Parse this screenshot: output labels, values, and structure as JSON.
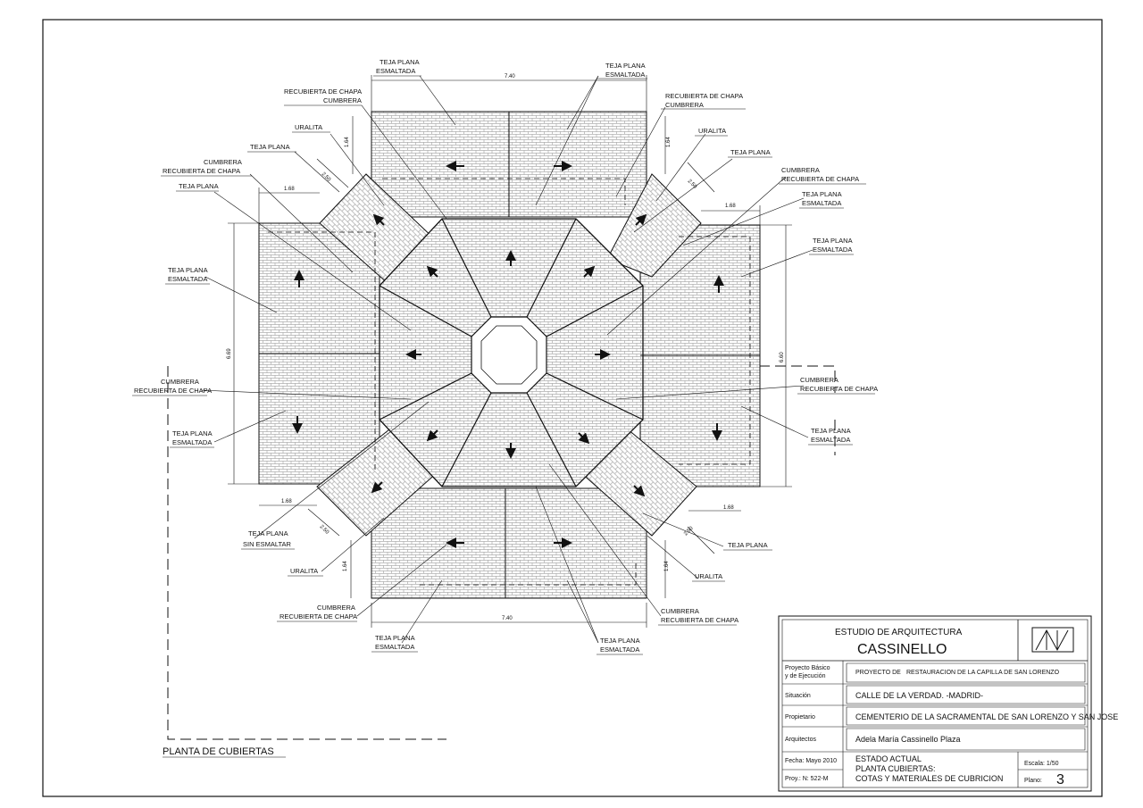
{
  "drawing": {
    "title": "PLANTA DE CUBIERTAS",
    "dimensions": {
      "top_width": "7.40",
      "bottom_width": "7.40",
      "left_height": "6.69",
      "right_height": "6.60",
      "wing_168_a": "1.68",
      "wing_168_b": "1.68",
      "wing_168_c": "1.68",
      "wing_168_d": "1.68",
      "diag_250_a": "2.50",
      "diag_250_b": "2.50",
      "diag_250_c": "2.50",
      "diag_250_d": "2.50",
      "v_164_a": "1.64",
      "v_164_b": "1.64",
      "v_164_c": "1.64",
      "v_164_d": "1.64"
    },
    "labels": {
      "teja_plana": "TEJA PLANA",
      "esmaltada": "ESMALTADA",
      "recubierta_de_chapa": "RECUBIERTA DE CHAPA",
      "cumbrera": "CUMBRERA",
      "uralita": "URALITA",
      "sin_esmaltar": "SIN ESMALTAR"
    }
  },
  "title_block": {
    "studio_line": "ESTUDIO DE ARQUITECTURA",
    "studio_name": "CASSINELLO",
    "rows": [
      {
        "label_1": "Proyecto Básico",
        "label_2": "y de Ejecución",
        "prefix": "PROYECTO DE",
        "value": "RESTAURACION DE LA CAPILLA DE SAN LORENZO"
      },
      {
        "label_1": "Situación",
        "value": "CALLE DE LA VERDAD. -MADRID-"
      },
      {
        "label_1": "Propietario",
        "value": "CEMENTERIO DE LA SACRAMENTAL DE SAN LORENZO Y SAN JOSE"
      },
      {
        "label_1": "Arquitectos",
        "value": "Adela María  Cassinello Plaza"
      }
    ],
    "fecha": "Fecha: Mayo 2010",
    "proy": "Proy.: N: 522-M",
    "estado_1": "ESTADO ACTUAL",
    "estado_2": "PLANTA CUBIERTAS:",
    "estado_3": "COTAS Y MATERIALES DE CUBRICION",
    "escala": "Escala: 1/50",
    "plano_label": "Plano:",
    "plano_value": "3"
  }
}
